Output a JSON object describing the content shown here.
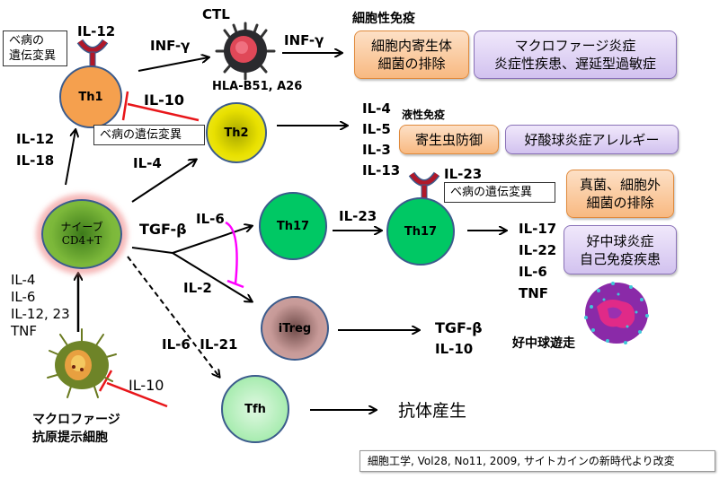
{
  "cells": {
    "th1": "Th1",
    "th2": "Th2",
    "th17_a": "Th17",
    "th17_b": "Th17",
    "itreg": "iTreg",
    "tfh": "Tfh",
    "naive_line1": "ナイーブ",
    "naive_line2": "CD4+T",
    "ctl": "CTL",
    "ctl_hla": "HLA-B51, A26",
    "macrophage_line1": "マクロファージ",
    "macrophage_line2": "抗原提示細胞",
    "neutrophil": "好中球遊走"
  },
  "receptors": {
    "il12": "IL-12",
    "il23": "IL-23"
  },
  "mutation_label": "ベ病の遺伝変異",
  "mutation_label_line1": "ベ病の",
  "mutation_label_line2": "遺伝変異",
  "arrow_labels": {
    "inf_gamma_1": "INF-γ",
    "inf_gamma_2": "INF-γ",
    "il10_th2_th1": "IL-10",
    "il12_il18": [
      "IL-12",
      "IL-18"
    ],
    "il4": "IL-4",
    "tgf_beta": "TGF-β",
    "il6": "IL-6",
    "il2": "IL-2",
    "il6_il21": "IL-6  IL-21",
    "il23_arrow": "IL-23",
    "il10_macrophage": "IL-10",
    "macrophage_cytokines": [
      "IL-4",
      "IL-6",
      "IL-12, 23",
      "TNF"
    ]
  },
  "outputs": {
    "th2_cytokines": [
      "IL-4",
      "IL-5",
      "IL-3",
      "IL-13"
    ],
    "th17_cytokines": [
      "IL-17",
      "IL-22",
      "IL-6",
      "TNF"
    ],
    "itreg_cytokines": [
      "TGF-β",
      "IL-10"
    ],
    "tfh_output": "抗体産生"
  },
  "immunity": {
    "cellular_title": "細胞性免疫",
    "cellular_orange": [
      "細胞内寄生体",
      "細菌の排除"
    ],
    "cellular_purple": [
      "マクロファージ炎症",
      "炎症性疾患、遅延型過敏症"
    ],
    "humoral_title": "液性免疫",
    "humoral_orange": "寄生虫防御",
    "humoral_purple": "好酸球炎症アレルギー",
    "th17_orange": [
      "真菌、細胞外",
      "細菌の排除"
    ],
    "th17_purple": [
      "好中球炎症",
      "自己免疫疾患"
    ]
  },
  "credit": "細胞工学,  Vol28, No11, 2009, サイトカインの新時代より改変",
  "colors": {
    "th1": "#f5a04e",
    "th2": "#e8e000",
    "th17": "#00c864",
    "itreg": "#c79a98",
    "tfh": "#a8ecb0",
    "naive": "#7cb83a",
    "inhibit_red": "#e8161a",
    "inhibit_magenta": "#ff00ff",
    "receptor": "#b0182a"
  }
}
